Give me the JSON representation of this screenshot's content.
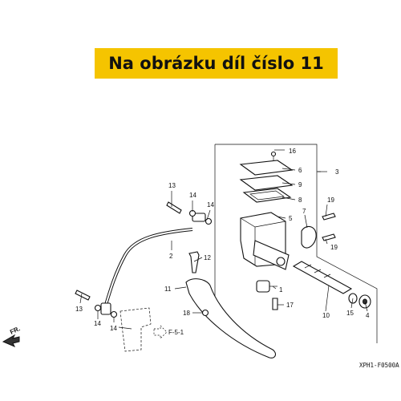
{
  "banner": {
    "text": "Na obrázku díl číslo 11",
    "color": "#f5c400"
  },
  "callouts": {
    "c1": "1",
    "c2": "2",
    "c3": "3",
    "c4": "4",
    "c5": "5",
    "c6": "6",
    "c7": "7",
    "c8": "8",
    "c9": "9",
    "c10": "10",
    "c11": "11",
    "c12": "12",
    "c13a": "13",
    "c13b": "13",
    "c14a": "14",
    "c14b": "14",
    "c14c": "14",
    "c14d": "14",
    "c15": "15",
    "c16": "16",
    "c17": "17",
    "c18": "18",
    "c19a": "19",
    "c19b": "19"
  },
  "reference": {
    "section": "F-5-1",
    "code": "XPH1-F0500A",
    "direction": "FR."
  }
}
